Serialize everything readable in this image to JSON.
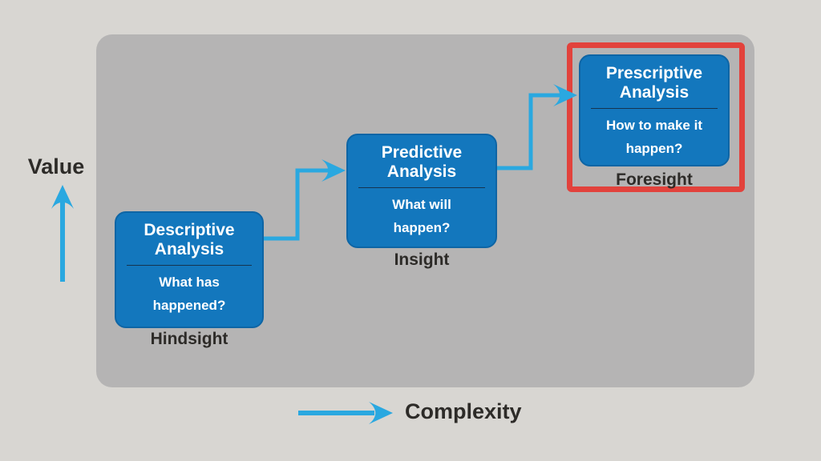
{
  "diagram": {
    "value_axis_label": "Value",
    "complexity_axis_label": "Complexity",
    "nodes": [
      {
        "title": "Descriptive Analysis",
        "question": "What has happened?",
        "caption": "Hindsight",
        "highlighted": false
      },
      {
        "title": "Predictive Analysis",
        "question": "What will happen?",
        "caption": "Insight",
        "highlighted": false
      },
      {
        "title": "Prescriptive Analysis",
        "question": "How to make it happen?",
        "caption": "Foresight",
        "highlighted": true
      }
    ],
    "icons": [
      "up-arrow-icon",
      "right-arrow-icon",
      "elbow-connector-arrow-icon"
    ]
  },
  "colors": {
    "canvas-bg": "#d8d6d2",
    "panel-bg": "#b5b4b4",
    "node-blue": "#1377bd",
    "node-border": "#0e65a5",
    "node-divider": "#163450",
    "node-text": "#ffffff",
    "arrow-blue": "#2aa8e0",
    "highlight-red": "#e2423c",
    "label-text": "#2d2b28"
  }
}
